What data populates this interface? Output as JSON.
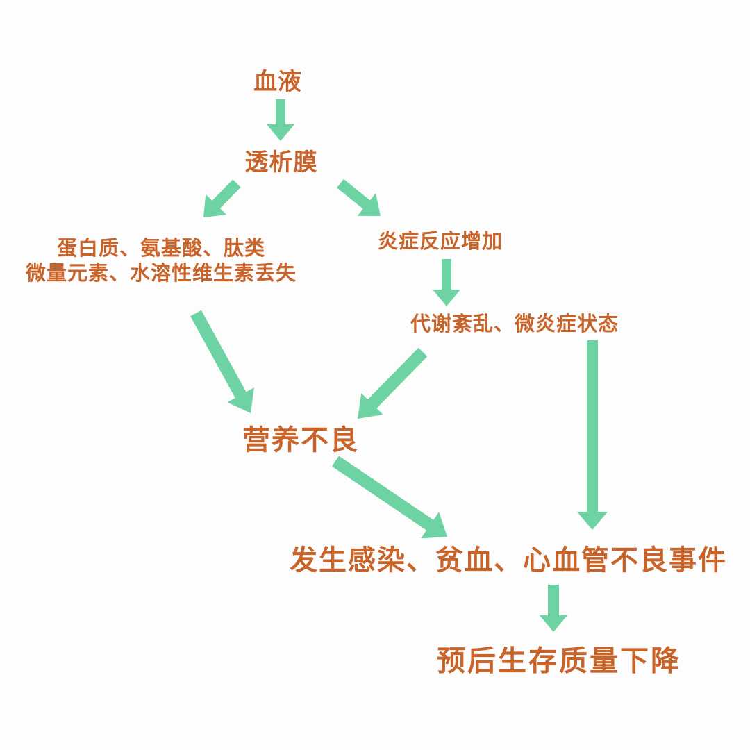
{
  "colors": {
    "text": "#c8642a",
    "arrow": "#6dd3a2",
    "background": "#fdfdfd"
  },
  "nodes": {
    "blood": "血液",
    "dialysis_membrane": "透析膜",
    "loss_line1": "蛋白质、氨基酸、肽类",
    "loss_line2": "微量元素、水溶性维生素丢失",
    "inflammation": "炎症反应增加",
    "metabolic_disorder": "代谢紊乱、微炎症状态",
    "malnutrition": "营养不良",
    "complications": "发生感染、贫血、心血管不良事件",
    "prognosis": "预后生存质量下降"
  }
}
